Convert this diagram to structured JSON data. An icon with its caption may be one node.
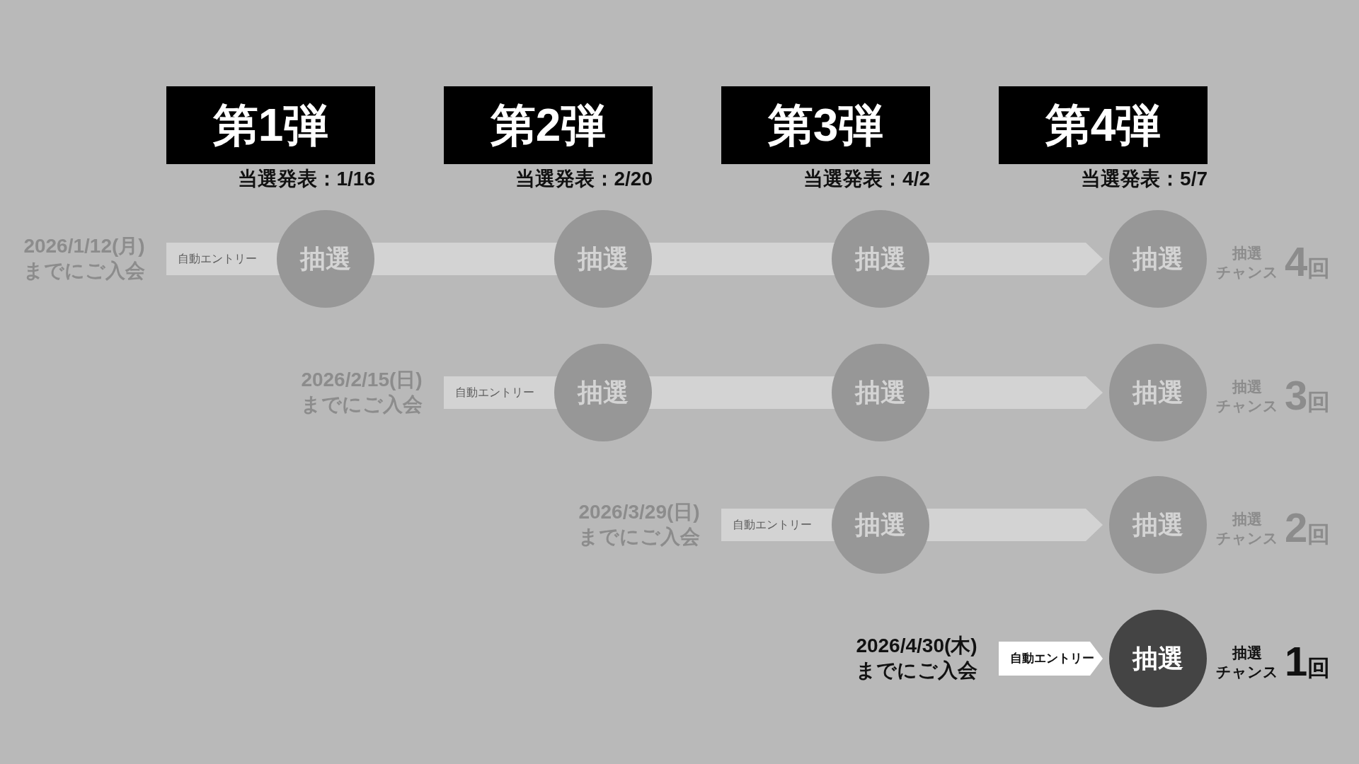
{
  "diagram": {
    "nodes": [
      {
        "text": [
          "第1弾"
        ],
        "beside": [
          "当選発表：1/16"
        ]
      },
      {
        "text": [
          "第2弾"
        ],
        "beside": [
          "当選発表：2/20"
        ]
      },
      {
        "text": [
          "第3弾"
        ],
        "beside": [
          "当選発表：4/2"
        ]
      },
      {
        "text": [
          "第4弾"
        ],
        "beside": [
          "当選発表：5/7"
        ]
      },
      {
        "text": [
          "自動エントリー"
        ]
      },
      {
        "text": [
          "抽選"
        ]
      },
      {
        "text": [
          "抽選"
        ]
      },
      {
        "text": [
          "抽選"
        ]
      },
      {
        "text": [
          "抽選"
        ]
      },
      {
        "text": [
          "自動エントリー"
        ]
      },
      {
        "text": [
          "抽選"
        ]
      },
      {
        "text": [
          "抽選"
        ]
      },
      {
        "text": [
          "抽選"
        ]
      },
      {
        "text": [
          "自動エントリー"
        ]
      },
      {
        "text": [
          "抽選"
        ]
      },
      {
        "text": [
          "抽選"
        ]
      },
      {
        "text": [
          "自動エントリー"
        ]
      },
      {
        "text": [
          "抽選"
        ]
      }
    ],
    "edges": [
      {
        "from": 5,
        "to": 6,
        "arrow": "none"
      },
      {
        "from": 6,
        "to": 7,
        "arrow": "none"
      },
      {
        "from": 7,
        "to": 8,
        "arrow": "to"
      },
      {
        "from": 10,
        "to": 11,
        "arrow": "none"
      },
      {
        "from": 11,
        "to": 12,
        "arrow": "to"
      },
      {
        "from": 14,
        "to": 15,
        "arrow": "to"
      }
    ],
    "labels": [
      "2026/1/12(月) までにご入会",
      "抽選チャンス",
      "4回",
      "2026/2/15(日) までにご入会",
      "抽選チャンス",
      "3回",
      "2026/3/29(日) までにご入会",
      "抽選チャンス",
      "2回",
      "2026/4/30(木) までにご入会",
      "抽選チャンス",
      "1回"
    ]
  }
}
